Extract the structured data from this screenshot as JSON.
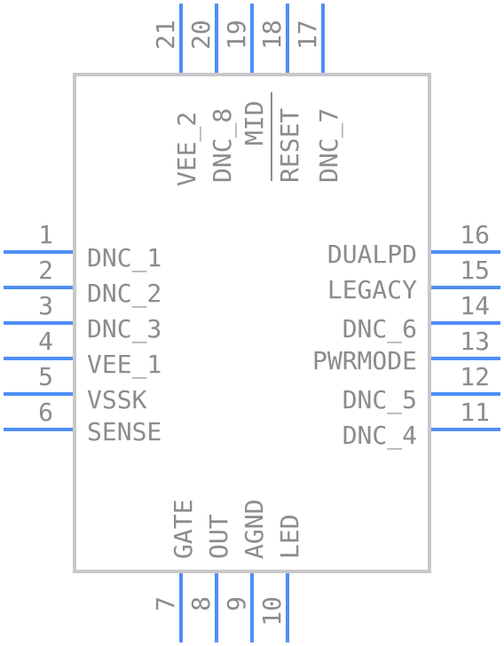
{
  "component": {
    "colors": {
      "pin": "#4f8ff7",
      "body_outline": "#c8c8c8",
      "text": "#8c8c8c",
      "background": "#ffffff"
    },
    "pins": [
      {
        "num": "1",
        "name": "DNC_1",
        "side": "left"
      },
      {
        "num": "2",
        "name": "DNC_2",
        "side": "left"
      },
      {
        "num": "3",
        "name": "DNC_3",
        "side": "left"
      },
      {
        "num": "4",
        "name": "VEE_1",
        "side": "left"
      },
      {
        "num": "5",
        "name": "VSSK",
        "side": "left"
      },
      {
        "num": "6",
        "name": "SENSE",
        "side": "left"
      },
      {
        "num": "7",
        "name": "GATE",
        "side": "bottom"
      },
      {
        "num": "8",
        "name": "OUT",
        "side": "bottom"
      },
      {
        "num": "9",
        "name": "AGND",
        "side": "bottom"
      },
      {
        "num": "10",
        "name": "LED",
        "side": "bottom"
      },
      {
        "num": "11",
        "name": "DNC_4",
        "side": "right"
      },
      {
        "num": "12",
        "name": "DNC_5",
        "side": "right"
      },
      {
        "num": "13",
        "name": "PWRMODE",
        "side": "right"
      },
      {
        "num": "14",
        "name": "DNC_6",
        "side": "right"
      },
      {
        "num": "15",
        "name": "LEGACY",
        "side": "right"
      },
      {
        "num": "16",
        "name": "DUALPD",
        "side": "right"
      },
      {
        "num": "17",
        "name": "DNC_7",
        "side": "top"
      },
      {
        "num": "18",
        "name": "RESET",
        "side": "top",
        "overline": true
      },
      {
        "num": "19",
        "name": "MID",
        "side": "top"
      },
      {
        "num": "20",
        "name": "DNC_8",
        "side": "top"
      },
      {
        "num": "21",
        "name": "VEE_2",
        "side": "top"
      }
    ]
  }
}
